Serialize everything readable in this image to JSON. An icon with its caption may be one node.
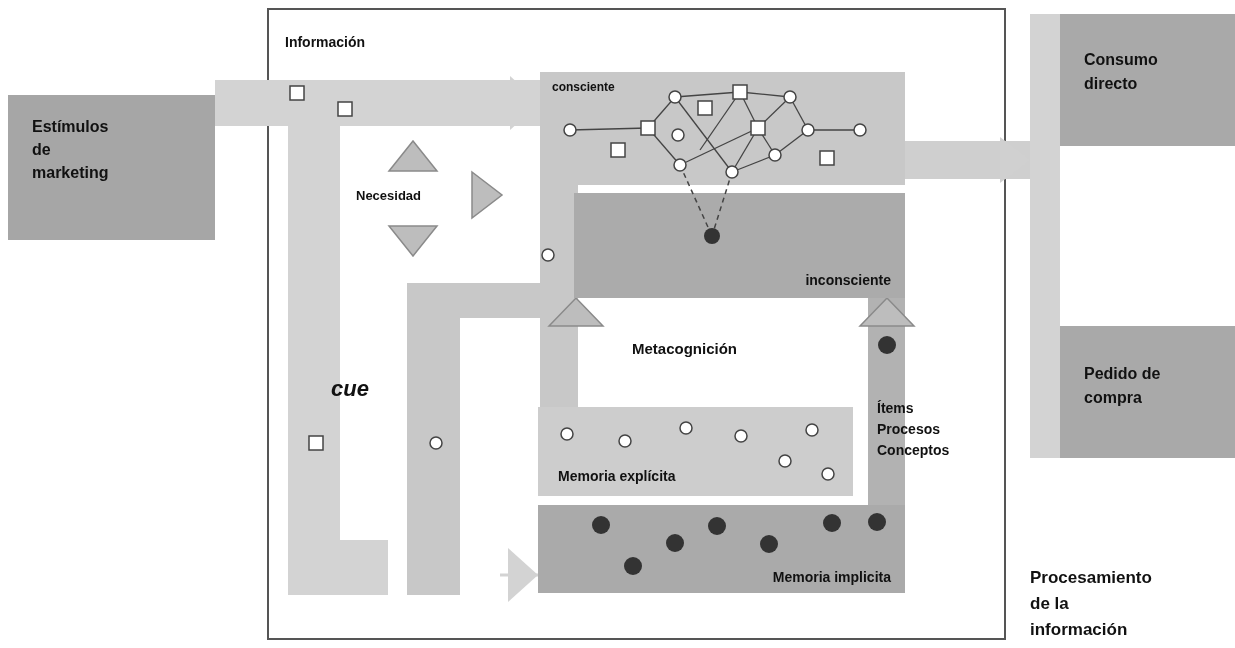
{
  "diagram": {
    "nodes": [
      {
        "text": [
          "Estímulos de marketing"
        ]
      },
      {
        "text": [
          "consciente"
        ]
      },
      {
        "text": [
          "inconsciente"
        ]
      },
      {
        "text": [
          "Memoria explícita"
        ]
      },
      {
        "text": [
          "Memoria implicita"
        ]
      },
      {
        "text": [
          "Consumo directo"
        ]
      },
      {
        "text": [
          "Pedido de compra"
        ]
      },
      {
        "text": [],
        "shape": "bar"
      }
    ],
    "edges": [
      {
        "from": 0,
        "to": 1,
        "arrow": "to",
        "style": "thick"
      },
      {
        "from": 1,
        "to": 7,
        "arrow": "to",
        "style": "thick"
      },
      {
        "from": 3,
        "to": 2,
        "arrow": "to"
      },
      {
        "from": 4,
        "to": 2,
        "arrow": "to"
      },
      {
        "from": null,
        "to": 4,
        "arrow": "to"
      }
    ],
    "labels": [
      "Información",
      "Necesidad",
      "cue",
      "Metacognición",
      "Ítems",
      "Procesos",
      "Conceptos",
      "Procesamiento de la información"
    ]
  }
}
